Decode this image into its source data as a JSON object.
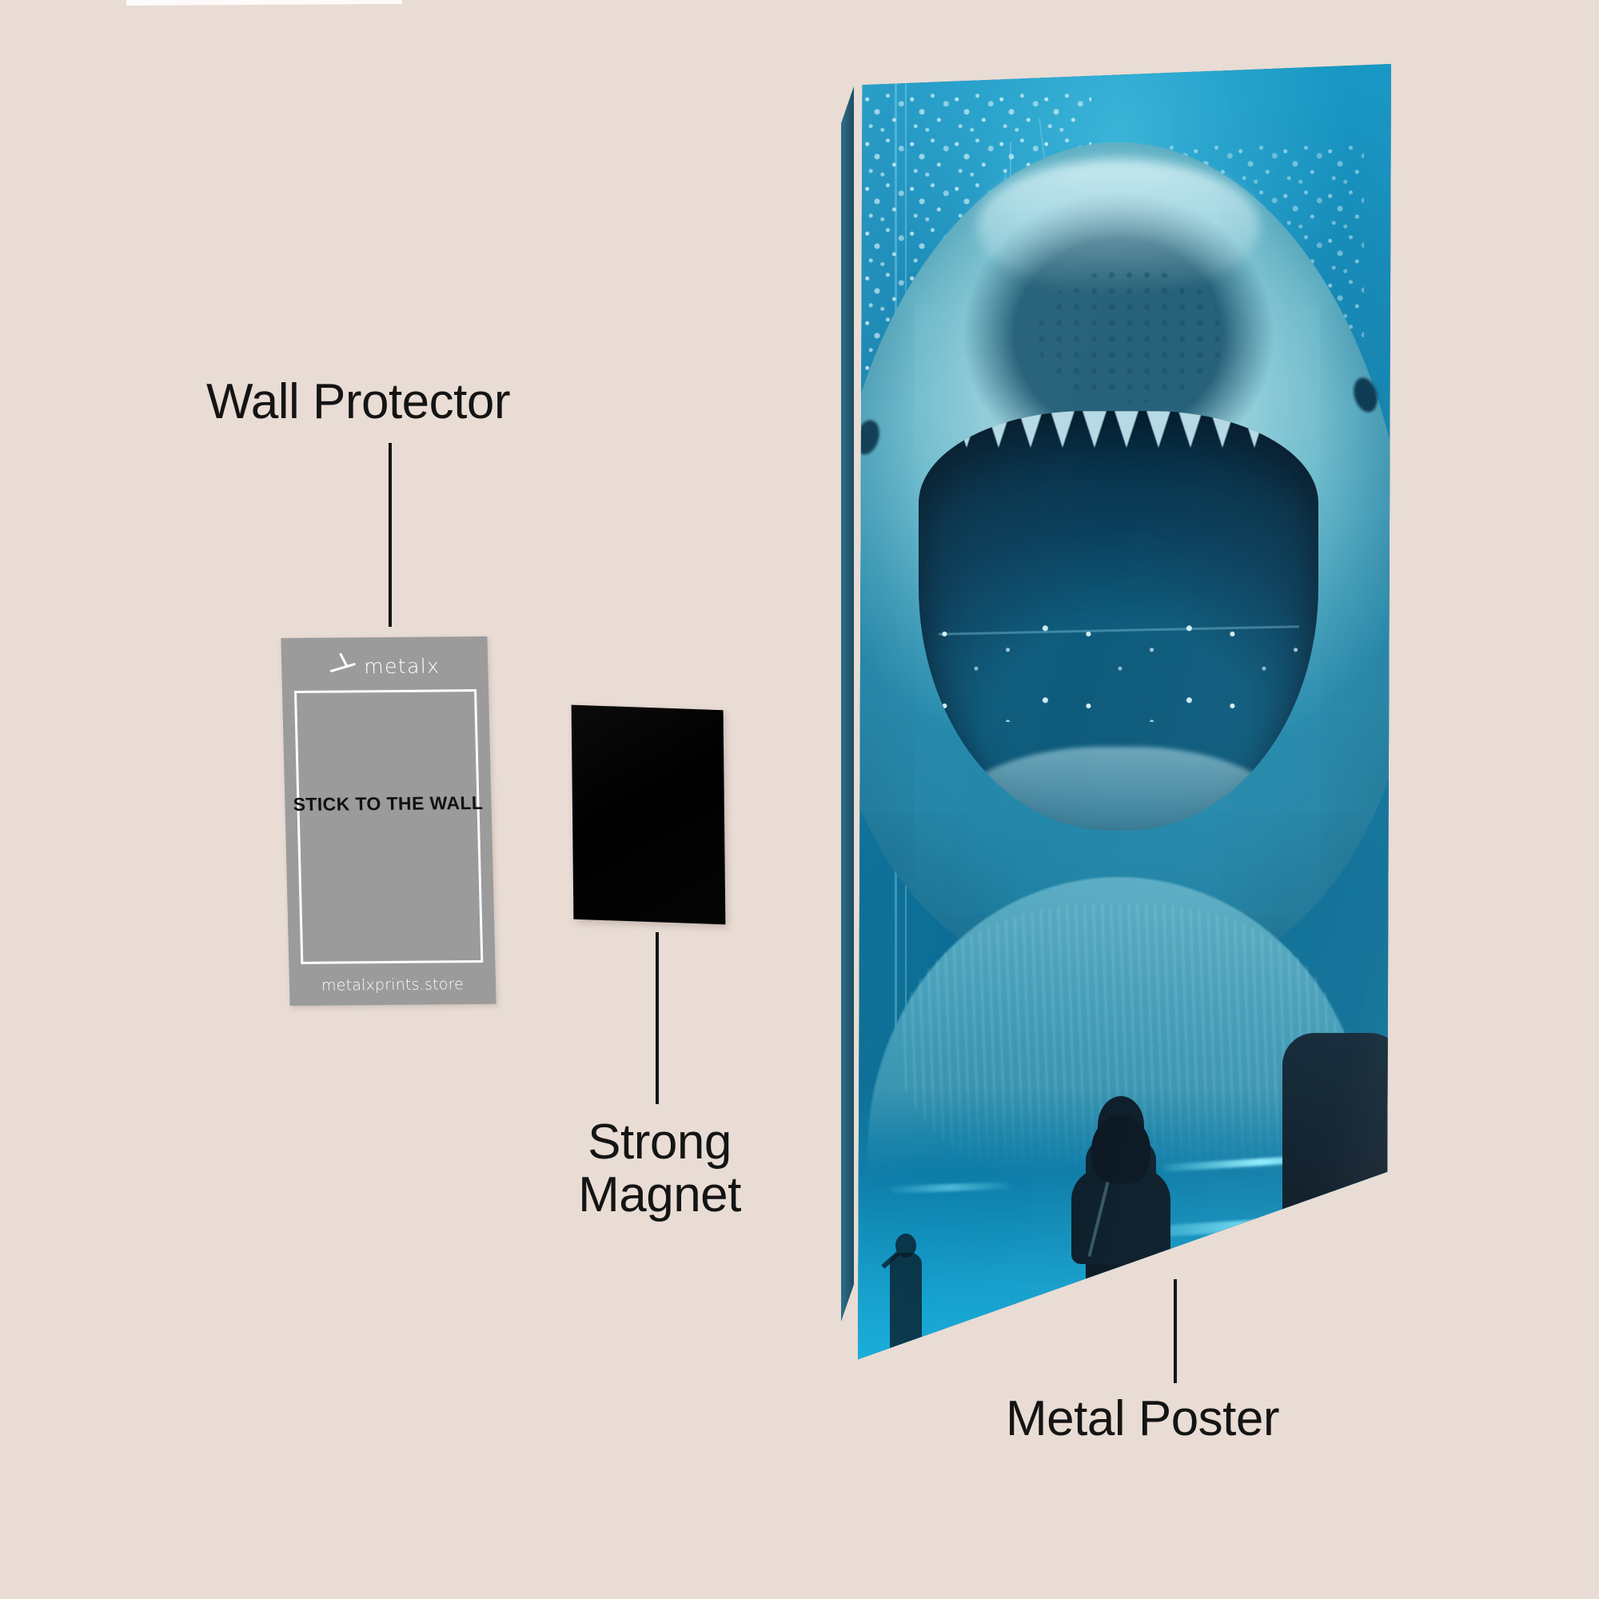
{
  "background_color": "#E8DCD4",
  "callouts": [
    {
      "id": "wall-protector",
      "label": "Wall Protector"
    },
    {
      "id": "strong-magnet",
      "label": "Strong\nMagnet"
    },
    {
      "id": "metal-poster",
      "label": "Metal Poster"
    }
  ],
  "wall_protector_card": {
    "brand": "metalx",
    "brand_icon": "metalx-logo-mark",
    "headline": "STICK TO THE WALL",
    "url": "metalxprints.store",
    "card_color": "#9B9B9B",
    "frame_color": "#FDFDFD",
    "headline_color": "#111111"
  },
  "magnet": {
    "name": "Strong Magnet",
    "color": "#000000"
  },
  "metal_poster": {
    "artwork_subject": "Great white shark with open jaws in aquarium tank",
    "accent_color": "#1596C4",
    "deep_color": "#072F47",
    "figures": [
      {
        "name": "viewer-silhouette-main"
      },
      {
        "name": "viewer-silhouette-right"
      },
      {
        "name": "viewer-silhouette-far"
      }
    ]
  }
}
